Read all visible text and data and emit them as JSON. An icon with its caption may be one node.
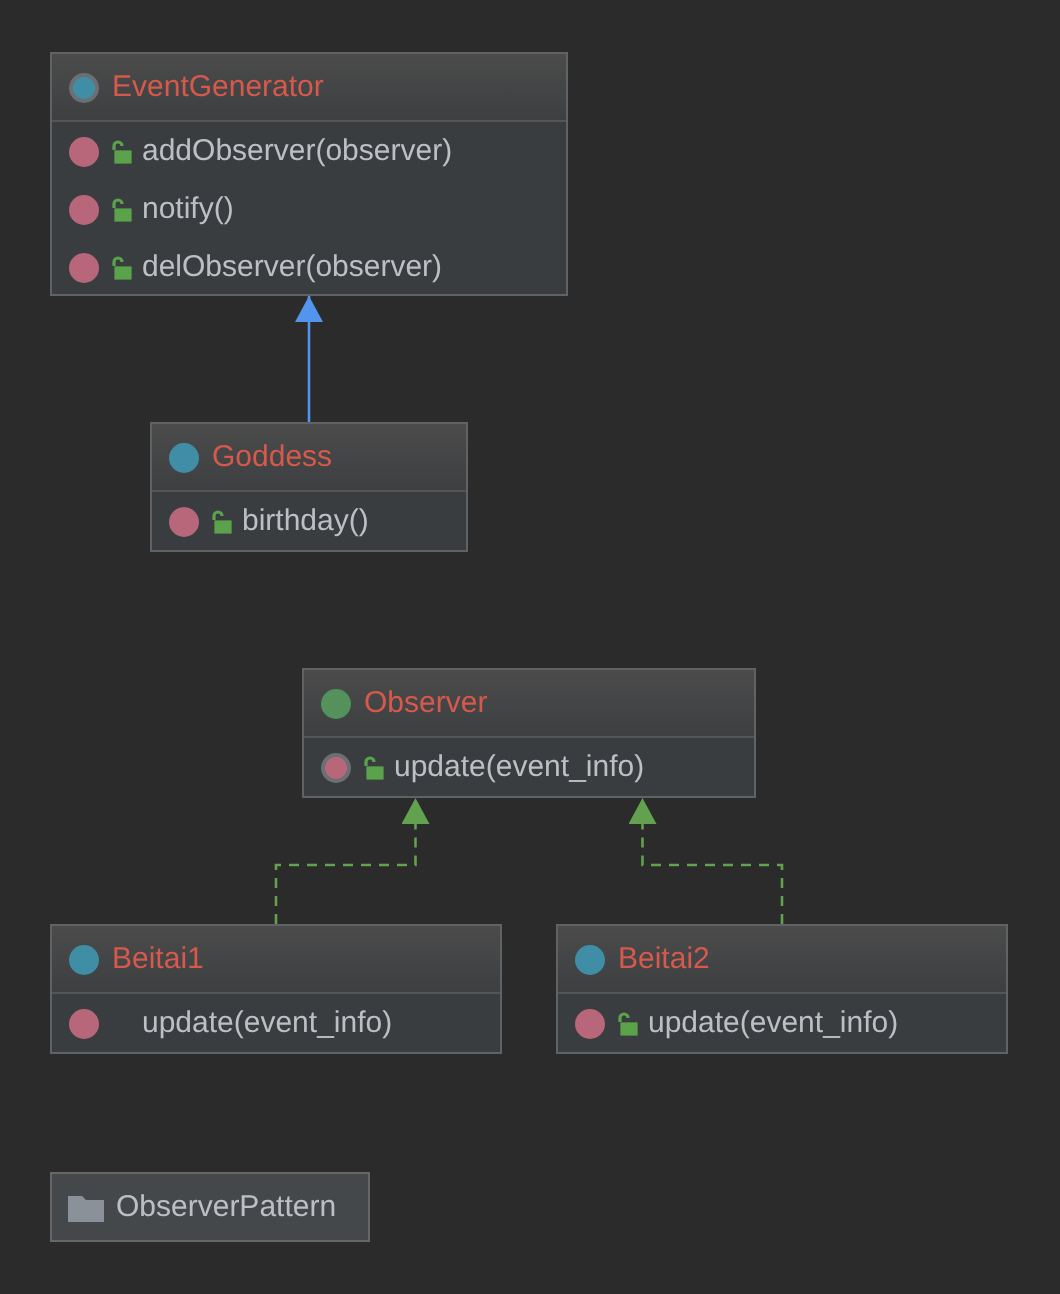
{
  "diagram": {
    "nodes": [
      {
        "text": [
          "EventGenerator",
          "addObserver(observer)",
          "notify()",
          "delObserver(observer)"
        ]
      },
      {
        "text": [
          "Goddess",
          "birthday()"
        ]
      },
      {
        "text": [
          "Observer",
          "update(event_info)"
        ]
      },
      {
        "text": [
          "Beitai1",
          "update(event_info)"
        ]
      },
      {
        "text": [
          "Beitai2",
          "update(event_info)"
        ]
      },
      {
        "text": [
          "ObserverPattern"
        ]
      }
    ],
    "edges": [
      {
        "from": 1,
        "to": 0,
        "arrow": "to",
        "color": "#5394ec"
      },
      {
        "from": 3,
        "to": 2,
        "arrow": "to",
        "style": "dashed",
        "color": "#62a14d"
      },
      {
        "from": 4,
        "to": 2,
        "arrow": "to",
        "style": "dashed",
        "color": "#62a14d"
      }
    ]
  }
}
